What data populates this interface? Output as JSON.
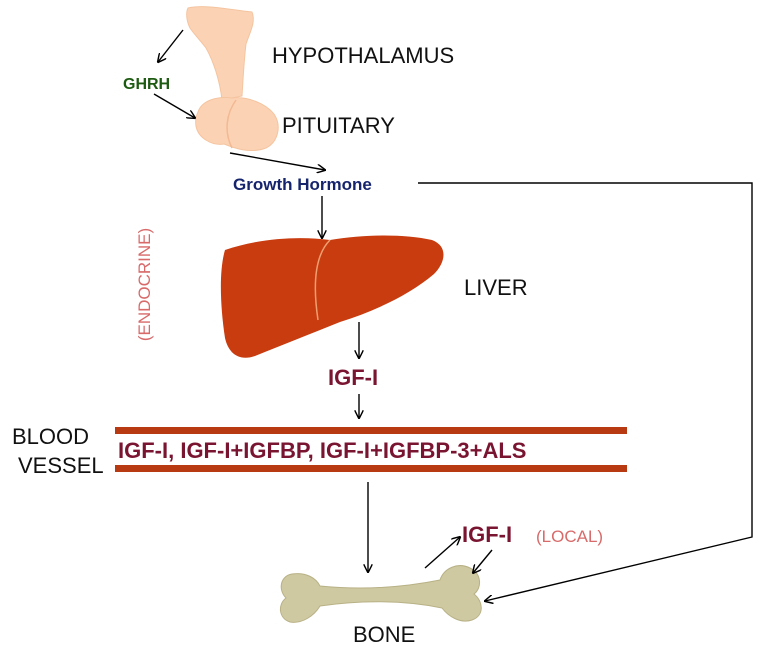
{
  "labels": {
    "hypothalamus": "HYPOTHALAMUS",
    "ghrh": "GHRH",
    "pituitary": "PITUITARY",
    "growth_hormone": "Growth Hormone",
    "endocrine": "(ENDOCRINE)",
    "liver": "LIVER",
    "igf_liver": "IGF-I",
    "blood_vessel_line1": "BLOOD",
    "blood_vessel_line2": "VESSEL",
    "vessel_content": "IGF-I, IGF-I+IGFBP, IGF-I+IGFBP-3+ALS",
    "igf_local": "IGF-I",
    "local": "(LOCAL)",
    "bone": "BONE"
  },
  "colors": {
    "hypothalamus_pituitary": "#fbd3b4",
    "liver": "#c83c10",
    "vessel_wall": "#b73a13",
    "bone": "#cfc9a2",
    "ghrh_text": "#1e5b12",
    "growth_hormone_text": "#16246e",
    "igf_text": "#7a1531",
    "annotation_text": "#d86a6a"
  }
}
